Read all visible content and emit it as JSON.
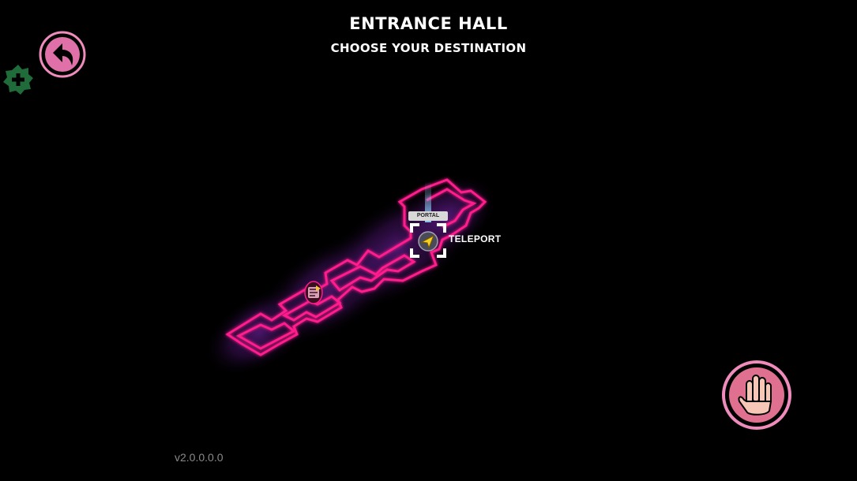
{
  "header": {
    "title": "ENTRANCE HALL",
    "subtitle": "CHOOSE YOUR DESTINATION"
  },
  "map": {
    "portal_tag": "PORTAL",
    "teleport_label": "TELEPORT",
    "accent_color": "#ff1a8c",
    "glow_color": "#6a1f8f"
  },
  "controls": {
    "back_icon": "back-arrow-icon",
    "add_icon": "plus-badge-icon",
    "stop_icon": "hand-stop-icon",
    "button_ring_color": "#f08cbc",
    "add_badge_color": "#1f6b3a"
  },
  "footer": {
    "version": "v2.0.0.0.0"
  }
}
